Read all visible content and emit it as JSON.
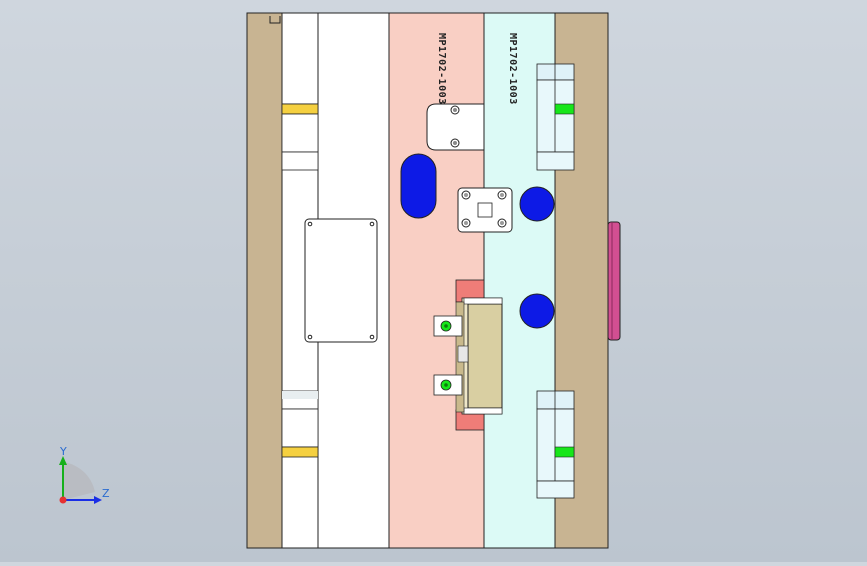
{
  "part_labels": {
    "plate_a": "MP1702-1003",
    "plate_b": "MP1702-1003"
  },
  "triad": {
    "y_axis": "Y",
    "z_axis": "Z"
  },
  "colors": {
    "background": "#c6ced7",
    "clamp_plate": "#c8b492",
    "spacer": "#ffffff",
    "plate_a": "#f9cfc4",
    "plate_b": "#dcfaf6",
    "locating_ring": "#d24f92",
    "cooling_hole": "#0d1ae6",
    "slide_block": "#d9cfa2",
    "wedge": "#ef7d78",
    "green_marker": "#16e61a",
    "yellow_marker": "#f5d040"
  }
}
